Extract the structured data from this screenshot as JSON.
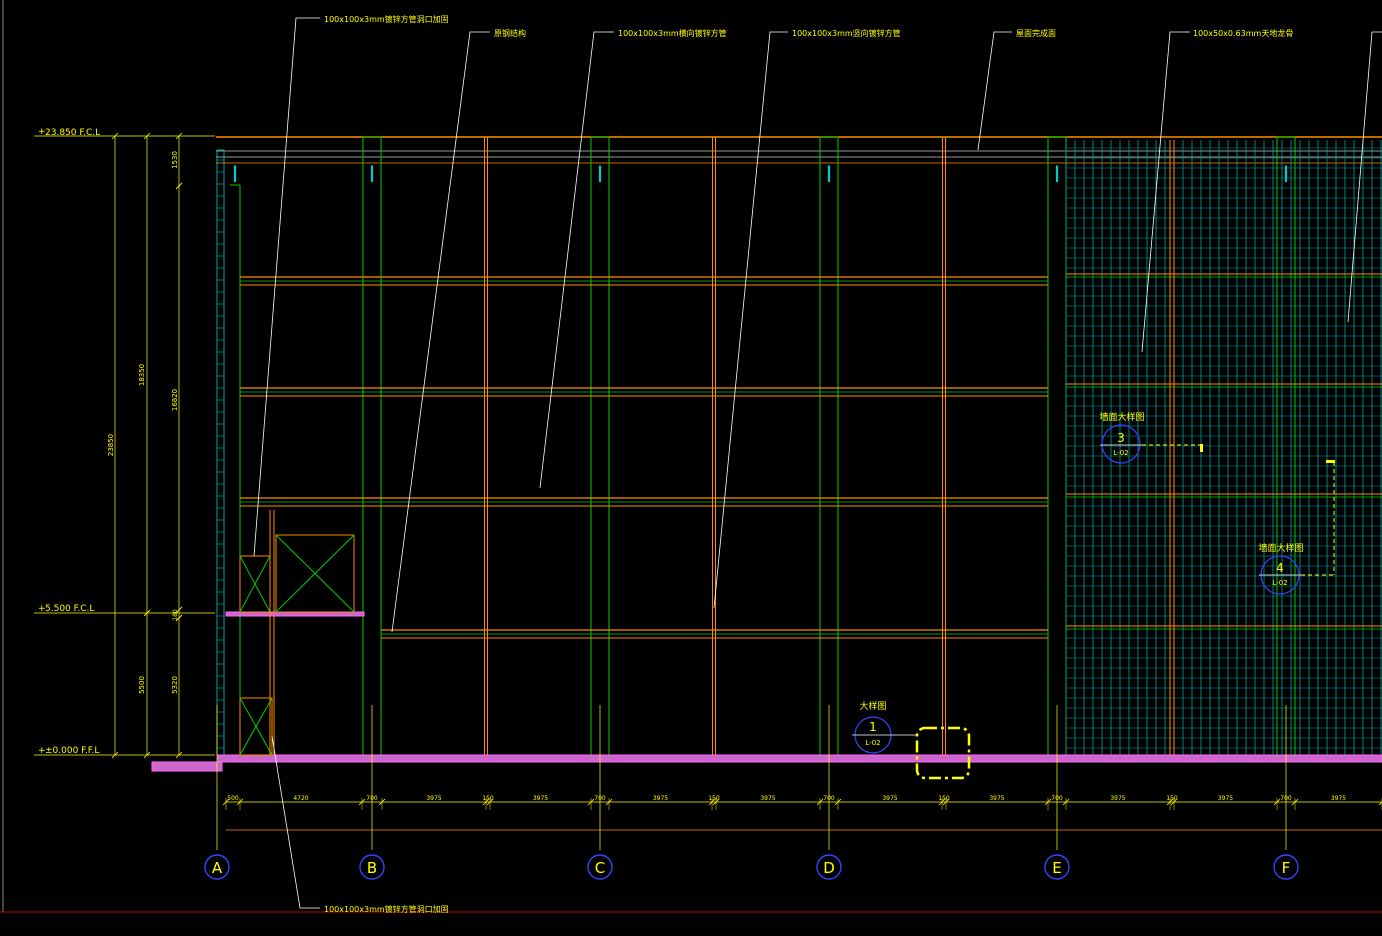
{
  "colors": {
    "background": "#000000",
    "yellow": "#ffff00",
    "orange": "#ff8c00",
    "green": "#00cc00",
    "cyan": "#00cccc",
    "teal_grid": "#00a0a0",
    "magenta": "#ff66ff",
    "white": "#ffffff",
    "blue": "#3344ff",
    "red": "#cc0000"
  },
  "callouts": {
    "c1": "100x100x3mm镀锌方管洞口加固",
    "c2": "原钢结构",
    "c3": "100x100x3mm横向镀锌方管",
    "c4": "100x100x3mm竖向镀锌方管",
    "c5": "屋面完成面",
    "c6": "100x50x0.63mm天地龙骨",
    "c_bottom": "100x100x3mm镀锌方管洞口加固"
  },
  "elevations": {
    "top": "23.850 F.C.L",
    "mid": "5.500 F.C.L",
    "ground": "±0.000 F.F.L"
  },
  "vertical_dims": {
    "total": "23850",
    "upper": "18350",
    "inner_top": "1530",
    "inner_mid": "16820",
    "inner_small": "180",
    "lower": "5500",
    "inner_lower": "5320"
  },
  "horizontal_dims": [
    "500",
    "4720",
    "700",
    "3975",
    "150",
    "3975",
    "700",
    "3975",
    "150",
    "3975",
    "700",
    "3975",
    "150",
    "3975",
    "700",
    "3975",
    "150",
    "3975",
    "700",
    "3975"
  ],
  "grid_axes": [
    "A",
    "B",
    "C",
    "D",
    "E",
    "F"
  ],
  "detail_tags": [
    {
      "title": "大样图",
      "num": "1",
      "sheet": "L-02"
    },
    {
      "title": "墙面大样图",
      "num": "3",
      "sheet": "L-02"
    },
    {
      "title": "墙面大样图",
      "num": "4",
      "sheet": "L-02"
    }
  ]
}
